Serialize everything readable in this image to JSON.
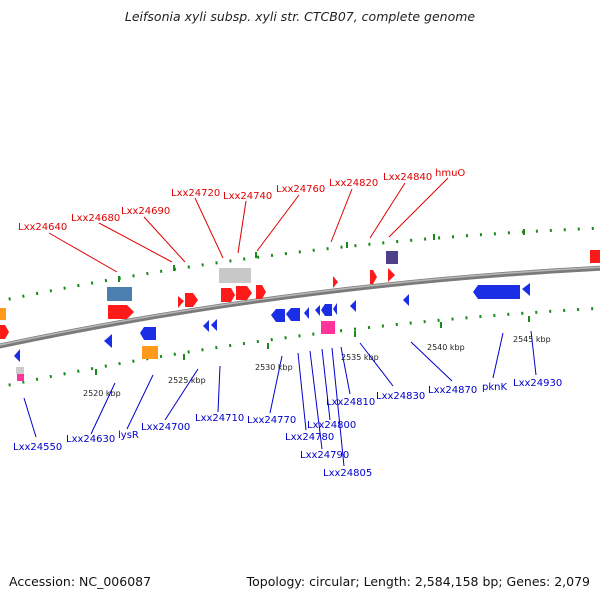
{
  "title": "Leifsonia xyli subsp. xyli str. CTCB07, complete genome",
  "footer": {
    "accession": "Accession: NC_006087",
    "summary": "Topology: circular; Length: 2,584,158 bp; Genes: 2,079"
  },
  "colors": {
    "forward_label": "#e00000",
    "reverse_label": "#0000cc",
    "backbone": "#888888",
    "ticks": "#118811",
    "gene_forward": "#ff1a1a",
    "gene_reverse": "#1a2ee6",
    "gene_grey": "#c8c8c8",
    "gene_steel": "#4a7fb0",
    "gene_orange": "#ff9a1a",
    "gene_pink": "#ff3399",
    "gene_purple": "#4d3f8a"
  },
  "scale_labels": [
    "2520 kbp",
    "2525 kbp",
    "2530 kbp",
    "2535 kbp",
    "2540 kbp",
    "2545 kbp"
  ],
  "forward_genes": [
    "Lxx24640",
    "Lxx24680",
    "Lxx24690",
    "Lxx24720",
    "Lxx24740",
    "Lxx24760",
    "Lxx24820",
    "Lxx24840",
    "hmuO"
  ],
  "reverse_genes": [
    "Lxx24550",
    "Lxx24630",
    "lysR",
    "Lxx24700",
    "Lxx24710",
    "Lxx24770",
    "Lxx24780",
    "Lxx24790",
    "Lxx24800",
    "Lxx24805",
    "Lxx24810",
    "Lxx24830",
    "Lxx24870",
    "pknK",
    "Lxx24930"
  ]
}
